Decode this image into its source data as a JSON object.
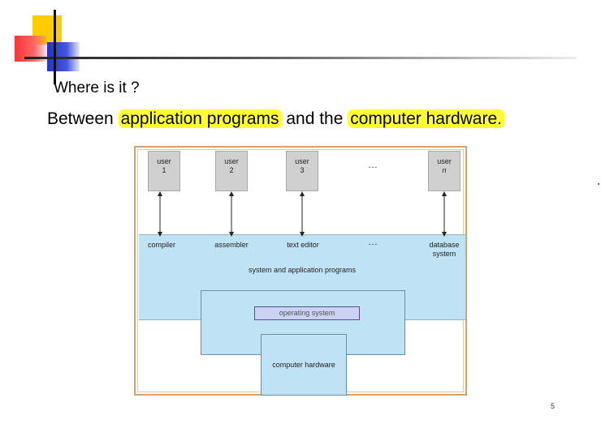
{
  "slide": {
    "heading": "Where is it ?",
    "sub_prefix": "Between ",
    "highlight1": "application programs",
    "sub_middle": " and the ",
    "highlight2": "computer hardware.",
    "page_number": "5"
  },
  "diagram": {
    "users": [
      {
        "top": "user",
        "bottom": "1"
      },
      {
        "top": "user",
        "bottom": "2"
      },
      {
        "top": "user",
        "bottom": "3"
      },
      {
        "top": "user",
        "bottom": "n"
      }
    ],
    "user_ellipsis": "…",
    "programs": [
      "compiler",
      "assembler",
      "text editor",
      "database",
      "system"
    ],
    "program_ellipsis": "…",
    "system_label": "system and application programs",
    "os_label": "operating system",
    "hw_label": "computer hardware"
  },
  "colors": {
    "highlight": "#ffff33",
    "frame_border": "#d6a36c",
    "layer_fill": "#bfe3f5",
    "user_fill": "#d0d0d0",
    "os_label_fill": "#cbd3f5"
  }
}
